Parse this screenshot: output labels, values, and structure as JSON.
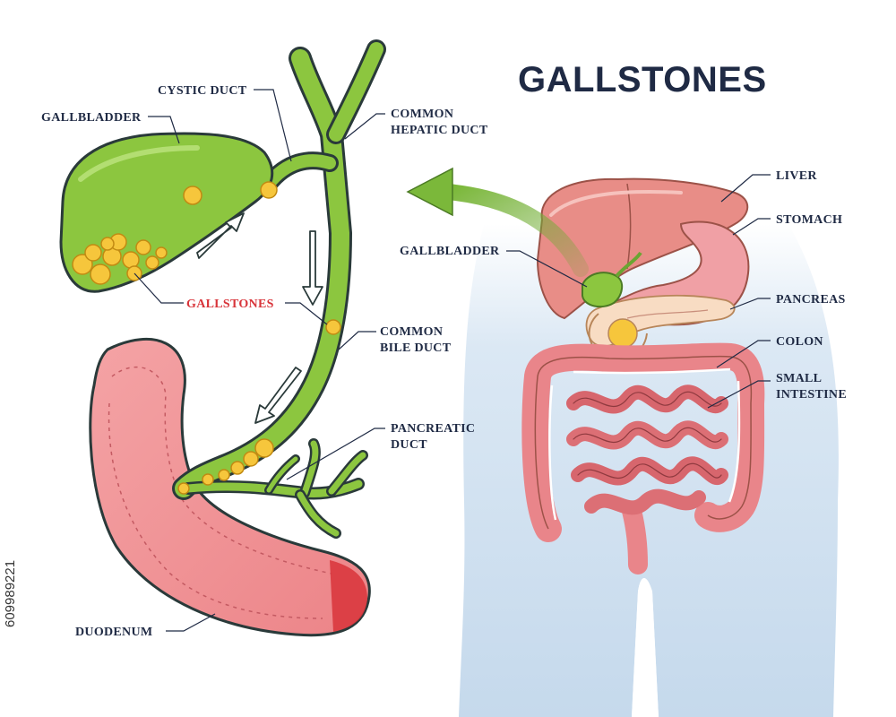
{
  "title": "GALLSTONES",
  "labels": {
    "gallbladder_left": "GALLBLADDER",
    "cystic_duct": "CYSTIC DUCT",
    "common_hepatic_line1": "COMMON",
    "common_hepatic_line2": "HEPATIC DUCT",
    "gallstones": "GALLSTONES",
    "common_bile_line1": "COMMON",
    "common_bile_line2": "BILE DUCT",
    "pancreatic_line1": "PANCREATIC",
    "pancreatic_line2": "DUCT",
    "duodenum": "DUODENUM",
    "liver": "LIVER",
    "stomach": "STOMACH",
    "gallbladder_right": "GALLBLADDER",
    "pancreas": "PANCREAS",
    "colon": "COLON",
    "small_intestine_line1": "SMALL",
    "small_intestine_line2": "INTESTINE"
  },
  "stock_id": "609989221",
  "colors": {
    "duct_green": "#8cc63f",
    "duct_dark": "#6aa532",
    "gallstone_yellow": "#f6c63c",
    "duodenum_pink": "#ef8f93",
    "highlight_red": "#d8343a",
    "body_blue": "#cfe0ef",
    "text_navy": "#1f2a44"
  }
}
